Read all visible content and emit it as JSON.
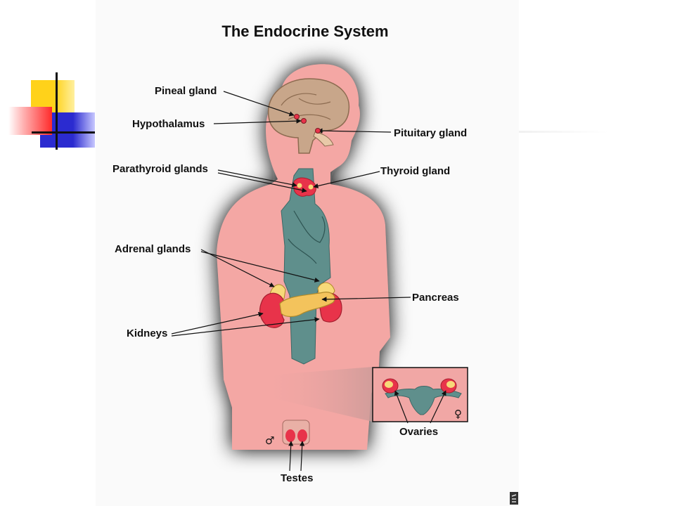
{
  "title": "The Endocrine System",
  "labels": {
    "pineal": "Pineal gland",
    "hypothalamus": "Hypothalamus",
    "pituitary": "Pituitary gland",
    "parathyroid": "Parathyroid glands",
    "thyroid": "Thyroid gland",
    "adrenal": "Adrenal glands",
    "pancreas": "Pancreas",
    "kidneys": "Kidneys",
    "ovaries": "Ovaries",
    "testes": "Testes"
  },
  "symbols": {
    "male": "♂",
    "female": "♀"
  },
  "colors": {
    "body": "#f4a7a4",
    "brain": "#c8a68a",
    "vessels": "#5f8f8c",
    "kidney": "#e8334a",
    "adrenal": "#f7d979",
    "pancreas": "#f3c35c",
    "inset_bg": "#f1a7a5"
  }
}
